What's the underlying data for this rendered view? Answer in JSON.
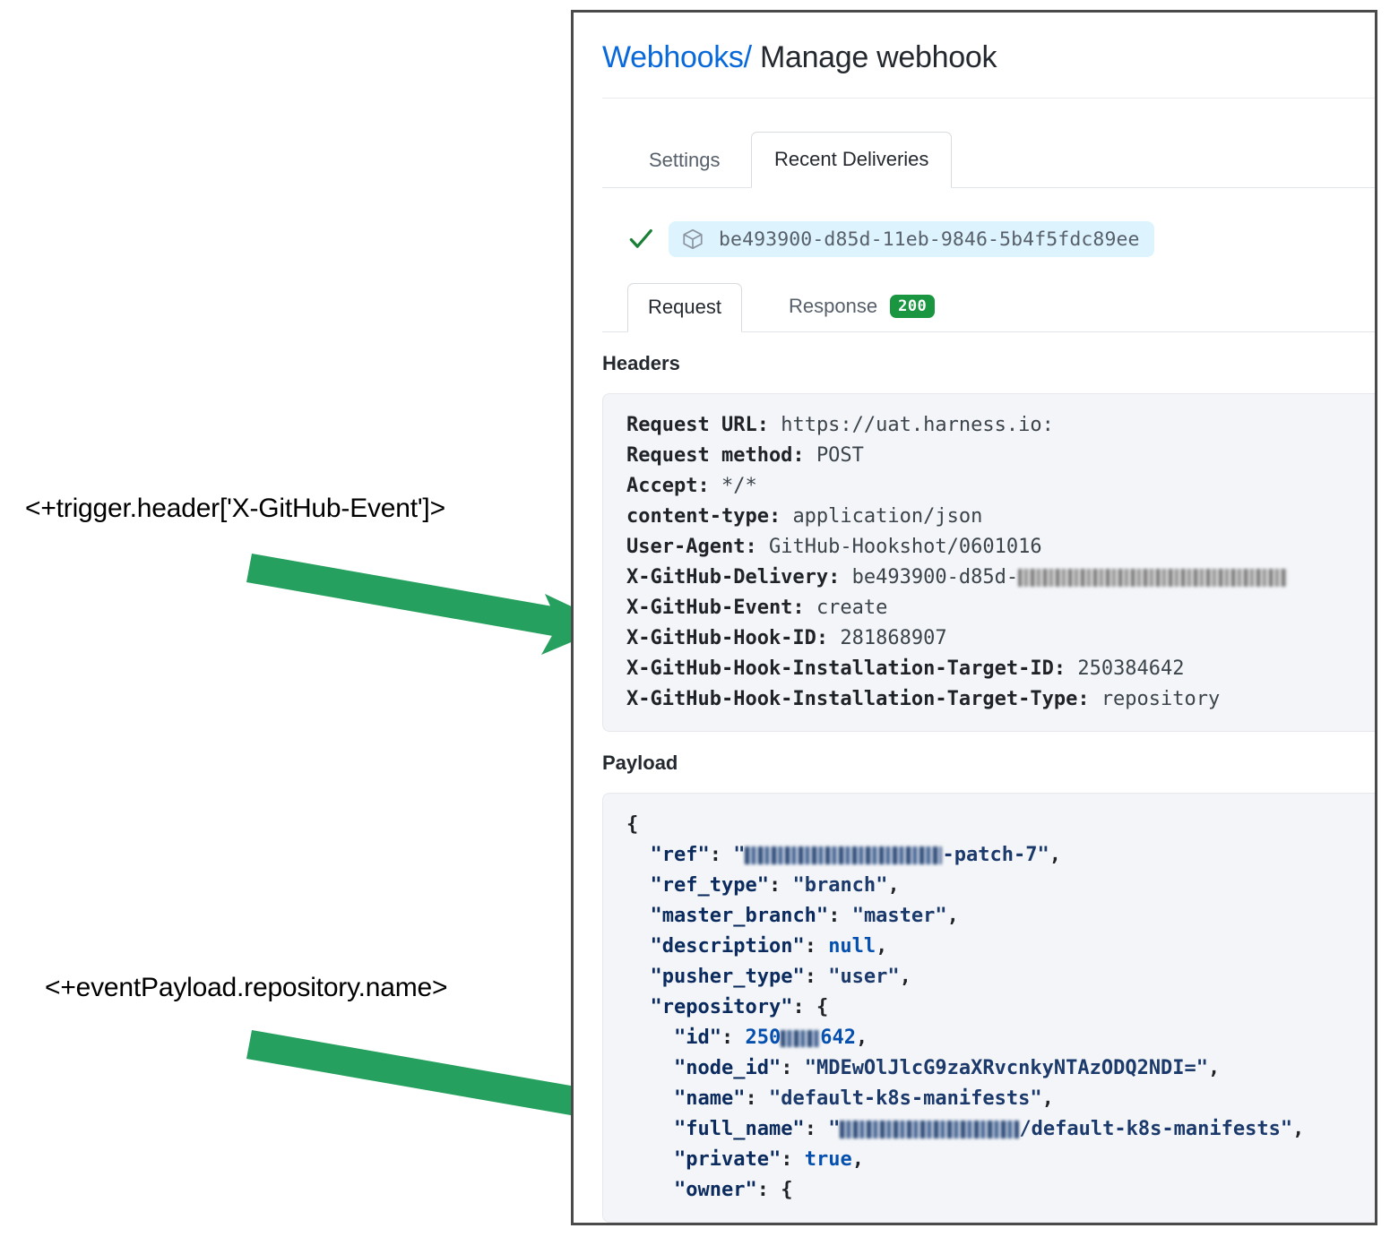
{
  "panel": {
    "title": {
      "link": "Webhooks",
      "separator": "/",
      "current": "Manage webhook"
    },
    "outer_tabs": [
      {
        "label": "Settings",
        "active": false
      },
      {
        "label": "Recent Deliveries",
        "active": true
      }
    ],
    "delivery": {
      "status_icon": "check-icon",
      "package_icon": "cube-icon",
      "id": "be493900-d85d-11eb-9846-5b4f5fdc89ee"
    },
    "inner_tabs": [
      {
        "label": "Request",
        "active": true,
        "badge": null
      },
      {
        "label": "Response",
        "active": false,
        "badge": "200"
      }
    ],
    "headers_section": {
      "heading": "Headers",
      "rows": [
        {
          "key": "Request URL:",
          "value": "https://uat.harness.io:"
        },
        {
          "key": "Request method:",
          "value": "POST"
        },
        {
          "key": "Accept:",
          "value": "*/*"
        },
        {
          "key": "content-type:",
          "value": "application/json"
        },
        {
          "key": "User-Agent:",
          "value": "GitHub-Hookshot/0601016"
        },
        {
          "key": "X-GitHub-Delivery:",
          "value": "be493900-d85d-",
          "redacted_suffix": true
        },
        {
          "key": "X-GitHub-Event:",
          "value": "create"
        },
        {
          "key": "X-GitHub-Hook-ID:",
          "value": "281868907"
        },
        {
          "key": "X-GitHub-Hook-Installation-Target-ID:",
          "value": "250384642"
        },
        {
          "key": "X-GitHub-Hook-Installation-Target-Type:",
          "value": "repository"
        }
      ]
    },
    "payload_section": {
      "heading": "Payload",
      "lines": [
        "{",
        "  \"ref\": \"[redacted]-patch-7\",",
        "  \"ref_type\": \"branch\",",
        "  \"master_branch\": \"master\",",
        "  \"description\": null,",
        "  \"pusher_type\": \"user\",",
        "  \"repository\": {",
        "    \"id\": 250[redacted]642,",
        "    \"node_id\": \"MDEwOlJlcG9zaXRvcnkyNTAzODQ2NDI=\",",
        "    \"name\": \"default-k8s-manifests\",",
        "    \"full_name\": \"[redacted]/default-k8s-manifests\",",
        "    \"private\": true,",
        "    \"owner\": {"
      ],
      "values": {
        "ref_suffix": "-patch-7",
        "ref_type": "branch",
        "master_branch": "master",
        "description": "null",
        "pusher_type": "user",
        "id_prefix": "250",
        "id_suffix": "642",
        "node_id": "MDEwOlJlcG9zaXRvcnkyNTAzODQ2NDI=",
        "name": "default-k8s-manifests",
        "full_name_suffix": "/default-k8s-manifests",
        "private": "true"
      }
    }
  },
  "annotations": [
    {
      "text": "<+trigger.header['X-GitHub-Event']>",
      "points_to": "X-GitHub-Event header row"
    },
    {
      "text": "<+eventPayload.repository.name>",
      "points_to": "repository name field"
    }
  ],
  "colors": {
    "link": "#0969da",
    "arrow_green": "#26a05e",
    "badge_green": "#1a9641",
    "chip_blue": "#ddf4ff",
    "code_bg": "#f3f5f8"
  }
}
